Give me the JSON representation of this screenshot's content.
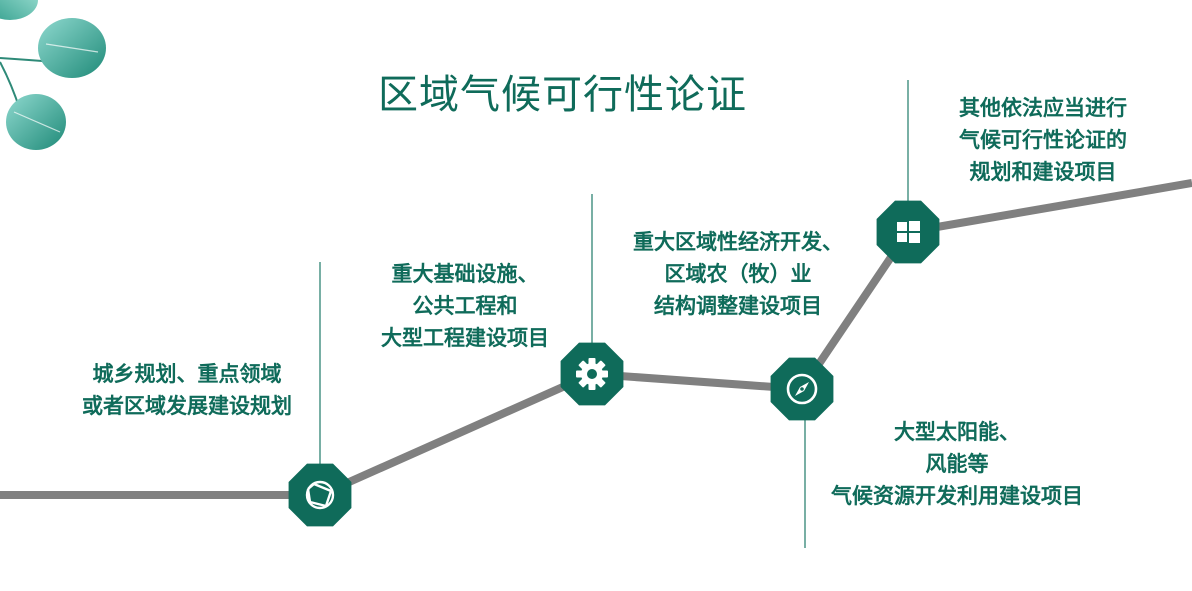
{
  "title": "区域气候可行性论证",
  "colors": {
    "accent": "#0f6b5a",
    "line": "#808080",
    "leaf_dark": "#2e9c8a",
    "leaf_light": "#8fd9cf"
  },
  "nodes": [
    {
      "icon": "camera-shutter-icon",
      "lines": [
        "城乡规划、重点领域",
        "或者区域发展建设规划"
      ]
    },
    {
      "icon": "gear-icon",
      "lines": [
        "重大基础设施、",
        "公共工程和",
        "大型工程建设项目"
      ]
    },
    {
      "icon": "compass-icon",
      "lines": [
        "重大区域性经济开发、",
        "区域农（牧）业",
        "结构调整建设项目"
      ]
    },
    {
      "icon": "window-icon",
      "lines": [
        "大型太阳能、",
        "风能等",
        "气候资源开发利用建设项目"
      ]
    },
    {
      "icon": "window-icon",
      "lines": [
        "其他依法应当进行",
        "气候可行性论证的",
        "规划和建设项目"
      ]
    }
  ]
}
